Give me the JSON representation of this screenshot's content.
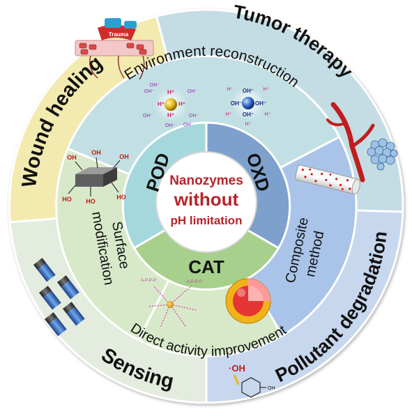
{
  "center": {
    "line1": "Nanozymes",
    "line2": "without",
    "line3": "pH limitation"
  },
  "enzymes": {
    "pod": "POD",
    "oxd": "OXD",
    "cat": "CAT"
  },
  "strategies": {
    "environment": "Environment reconstruction",
    "surface_line1": "Surface",
    "surface_line2": "modification",
    "composite_line1": "Composite",
    "composite_line2": "method",
    "direct": "Direct activity improvement"
  },
  "applications": {
    "tumor": "Tumor therapy",
    "wound": "Wound healing",
    "sensing": "Sensing",
    "pollutant": "Pollutant degradation"
  },
  "illustrations": {
    "trauma": "Trauma",
    "h_plus": "H⁺",
    "oh_minus": "OH⁻",
    "oh": "OH",
    "ho": "HO",
    "radical_oh": "·OH",
    "phenol_oh": "OH",
    "chain_unit": "A-P-P-P"
  },
  "colors": {
    "tumor_sector": "#c4dde4",
    "wound_sector": "#f3eab0",
    "sensing_sector": "#e3ecdf",
    "pollutant_sector": "#c7d7ee",
    "env_sector": "#c2dfe3",
    "surface_sector": "#d8e9c9",
    "composite_sector": "#a9c4e8",
    "pod": "#a5d8dd",
    "oxd": "#7ea0cc",
    "cat": "#a6d08c",
    "center_text": "#b8232a"
  }
}
